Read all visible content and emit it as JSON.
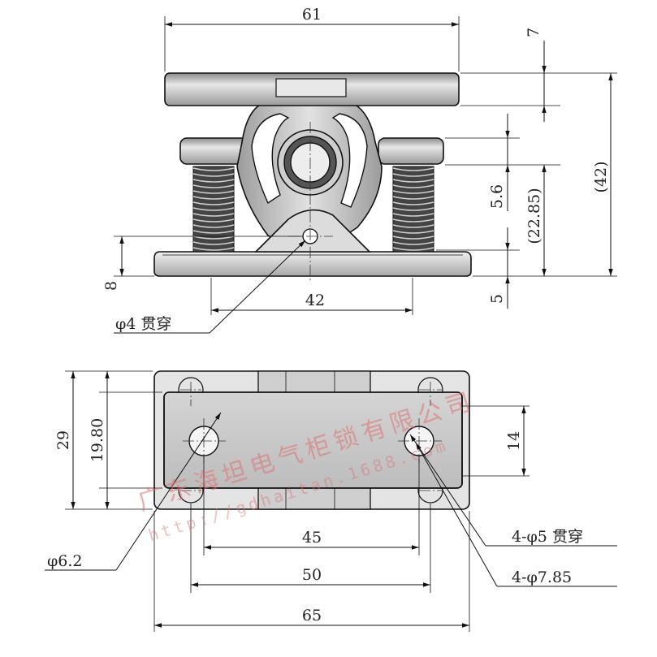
{
  "colors": {
    "part_light": "#d8d8d8",
    "part_mid": "#b0b0b0",
    "part_dark": "#555555",
    "spring": "#333333",
    "line": "#111111",
    "watermark": "#e07070"
  },
  "front_view": {
    "dim_width_top": "61",
    "dim_top_thickness": "7",
    "dim_total_height": "(42)",
    "dim_spring_height": "5.6",
    "dim_mid_height": "(22.85)",
    "dim_base_thickness": "5",
    "dim_pivot_height": "8",
    "dim_pivot_spacing": "42",
    "pivot_hole_label": "φ4 贯穿"
  },
  "top_view": {
    "dim_total_depth": "29",
    "dim_inner_depth": "19.80",
    "dim_hole_y_spacing": "14",
    "dim_hole_x_spacing": "45",
    "dim_counterbore_spacing": "50",
    "dim_total_width": "65",
    "label_counterbore_left": "φ6.2",
    "label_through_holes": "4-φ5 贯穿",
    "label_counterbores": "4-φ7.85"
  },
  "watermark": {
    "company": "广东海坦电气柜锁有限公司",
    "url": "http://gdhaitan.1688.com"
  }
}
